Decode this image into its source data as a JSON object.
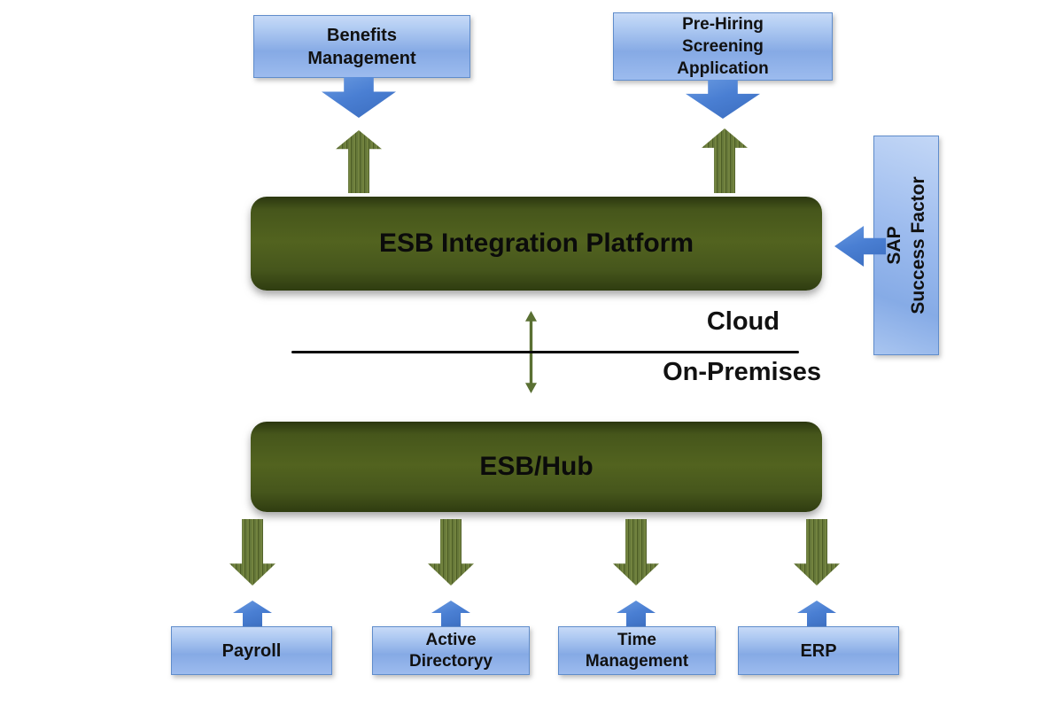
{
  "diagram_title": "ESB integration architecture (Cloud / On-Premises)",
  "nodes": {
    "benefits": {
      "label": "Benefits\nManagement"
    },
    "prehiring": {
      "label": "Pre-Hiring\nScreening\nApplication"
    },
    "esb_platform": {
      "label": "ESB Integration Platform"
    },
    "sap": {
      "label": "SAP\nSuccess Factor"
    },
    "esb_hub": {
      "label": "ESB/Hub"
    },
    "payroll": {
      "label": "Payroll"
    },
    "active_directory": {
      "label": "Active\nDirectoryy"
    },
    "time_management": {
      "label": "Time\nManagement"
    },
    "erp": {
      "label": "ERP"
    }
  },
  "labels": {
    "cloud": "Cloud",
    "on_premises": "On-Premises"
  },
  "icons": {
    "blue_arrows": "solid blue block arrows (down, up, left)",
    "green_arrows": "striped olive-green block arrows (up, down)",
    "thin_arrows": "thin green up/down arrows crossing divider"
  },
  "colors": {
    "blue_box_top": "#c7daf7",
    "blue_box_mid": "#86aae5",
    "blue_box_bottom": "#9cbbee",
    "blue_box_border": "#5f8ccb",
    "blue_arrow": "#4a7fd3",
    "green_box_edge": "#2b370f",
    "green_box_mid": "#52631f",
    "green_arrow_light": "#72833f",
    "green_arrow_dark": "#4d5d25",
    "thin_arrow_green": "#5a7033",
    "divider_line": "#0c0c0c",
    "text": "#111111",
    "background": "#ffffff"
  }
}
